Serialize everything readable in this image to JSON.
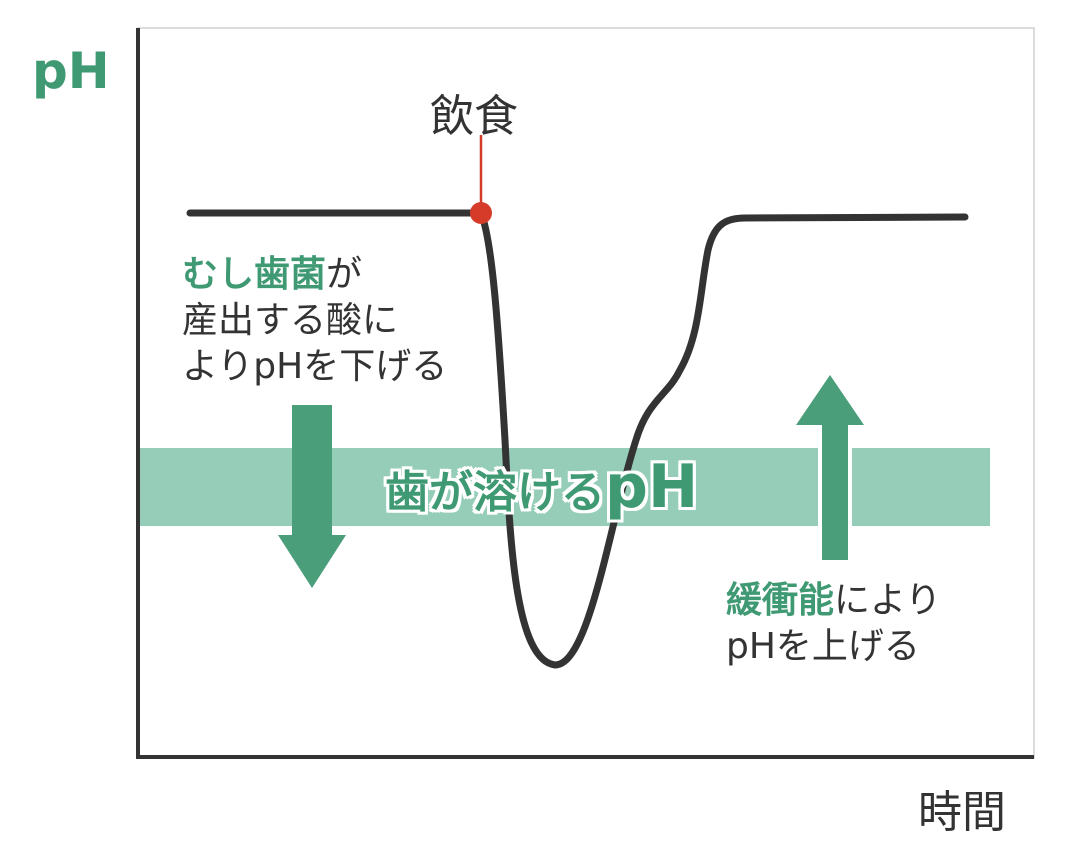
{
  "axes": {
    "y_label": "pH",
    "x_label": "時間"
  },
  "event": {
    "label": "飲食"
  },
  "band": {
    "label_prefix": "歯が溶ける",
    "label_suffix": "pH"
  },
  "left_note": {
    "highlight": "むし歯菌",
    "line1_rest": "が",
    "line2": "産出する酸に",
    "line3": "よりpHを下げる"
  },
  "right_note": {
    "highlight": "緩衝能",
    "line1_rest": "により",
    "line2": "pHを上げる"
  },
  "colors": {
    "accent": "#3f9a74",
    "band": "#95cdb8",
    "arrow": "#4a9e7a",
    "curve": "#333333",
    "event": "#d63b2a"
  }
}
